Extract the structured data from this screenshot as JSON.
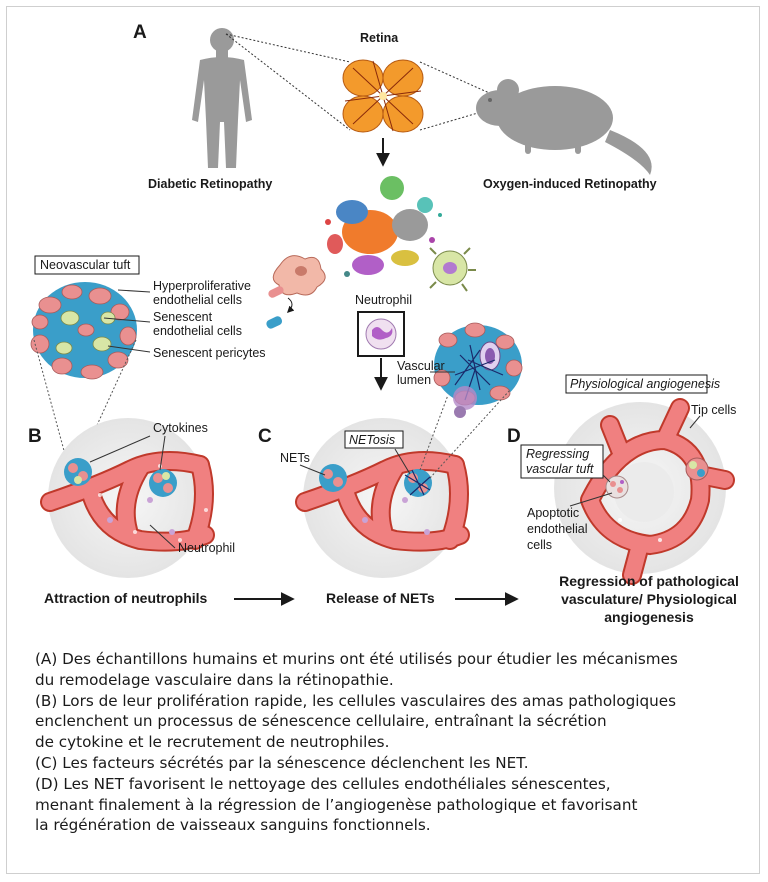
{
  "panel_letters": {
    "a": "A",
    "b": "B",
    "c": "C",
    "d": "D"
  },
  "panel_a": {
    "retina": "Retina",
    "diabetic": "Diabetic Retinopathy",
    "oxygen": "Oxygen-induced Retinopathy",
    "neutrophil": "Neutrophil"
  },
  "tuft": {
    "title": "Neovascular tuft",
    "hyper_1": "Hyperproliferative",
    "hyper_2": "endothelial cells",
    "senescent_1": "Senescent",
    "senescent_2": "endothelial cells",
    "pericytes": "Senescent pericytes"
  },
  "panel_b": {
    "cytokines": "Cytokines",
    "neutrophil": "Neutrophil",
    "caption": "Attraction of neutrophils"
  },
  "panel_c": {
    "netosis": "NETosis",
    "nets": "NETs",
    "lumen_1": "Vascular",
    "lumen_2": "lumen",
    "caption": "Release of NETs"
  },
  "panel_d": {
    "physio": "Physiological angiogenesis",
    "tip": "Tip cells",
    "regress_1": "Regressing",
    "regress_2": "vascular tuft",
    "apop_1": "Apoptotic",
    "apop_2": "endothelial",
    "apop_3": "cells",
    "caption_1": "Regression of pathological",
    "caption_2": "vasculature/ Physiological",
    "caption_3": "angiogenesis"
  },
  "caption_lines": [
    "(A) Des échantillons humains et murins ont été utilisés pour étudier les mécanismes",
    "du remodelage vasculaire dans la rétinopathie.",
    "(B) Lors de leur prolifération rapide, les cellules vasculaires des amas pathologiques",
    "enclenchent un processus de sénescence cellulaire, entraînant la sécrétion",
    "de cytokine et le recrutement de neutrophiles.",
    "(C) Les facteurs sécrétés par la sénescence déclenchent les NET.",
    "(D) Les NET favorisent le nettoyage des cellules endothéliales sénescentes,",
    "menant finalement à la régression de l’angiogenèse pathologique et favorisant",
    "la régénération de vaisseaux sanguins fonctionnels."
  ],
  "colors": {
    "vessel": "#f08080",
    "vessel_stroke": "#c0392b",
    "endothelial": "#e99090",
    "proliferative": "#3a9ec9",
    "senescent": "#d8e6a6",
    "retina": "#f39a2c",
    "neutrophil": "#c9a3d6",
    "silhouette": "#9a9a9a"
  }
}
